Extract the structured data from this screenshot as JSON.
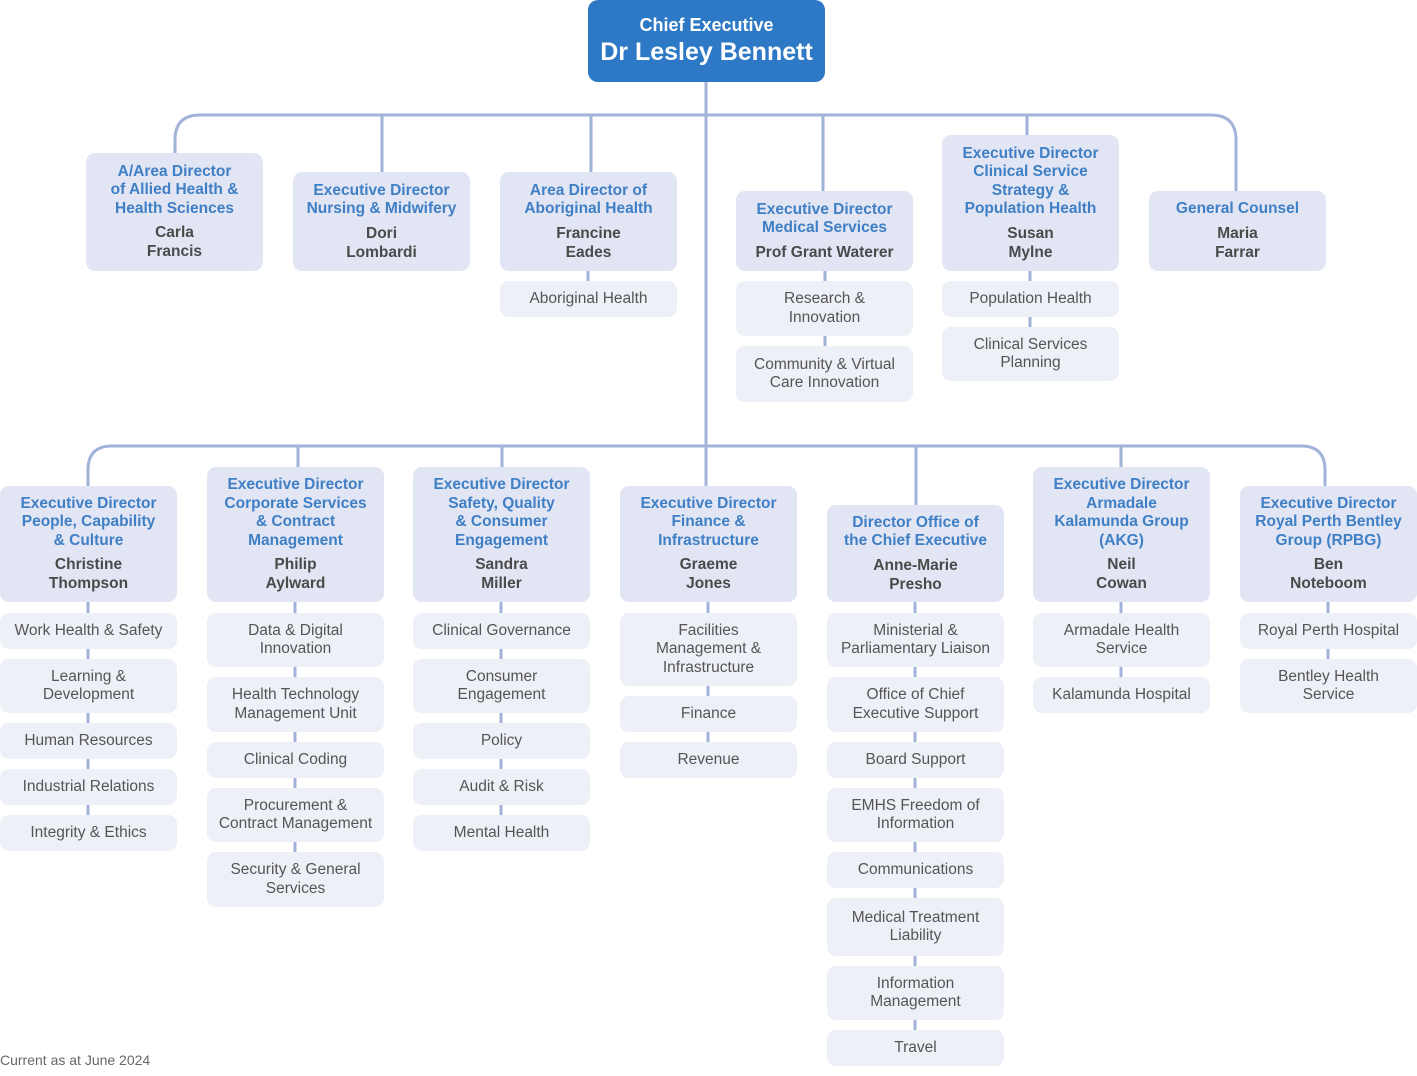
{
  "chief": {
    "title": "Chief Executive",
    "name": "Dr Lesley Bennett"
  },
  "row1": [
    {
      "title": "A/Area Director\nof Allied Health &\nHealth Sciences",
      "name": "Carla\nFrancis",
      "units": []
    },
    {
      "title": "Executive Director\nNursing & Midwifery",
      "name": "Dori\nLombardi",
      "units": []
    },
    {
      "title": "Area Director of\nAboriginal Health",
      "name": "Francine\nEades",
      "units": [
        "Aboriginal Health"
      ]
    },
    {
      "title": "Executive Director\nMedical Services",
      "name": "Prof Grant Waterer",
      "units": [
        "Research &\nInnovation",
        "Community & Virtual\nCare Innovation"
      ]
    },
    {
      "title": "Executive Director\nClinical Service\nStrategy &\nPopulation Health",
      "name": "Susan\nMylne",
      "units": [
        "Population Health",
        "Clinical Services\nPlanning"
      ]
    },
    {
      "title": "General Counsel",
      "name": "Maria\nFarrar",
      "units": []
    }
  ],
  "row2": [
    {
      "title": "Executive Director\nPeople, Capability\n& Culture",
      "name": "Christine\nThompson",
      "units": [
        "Work Health & Safety",
        "Learning &\nDevelopment",
        "Human Resources",
        "Industrial Relations",
        "Integrity & Ethics"
      ]
    },
    {
      "title": "Executive Director\nCorporate Services\n& Contract\nManagement",
      "name": "Philip\nAylward",
      "units": [
        "Data & Digital\nInnovation",
        "Health Technology\nManagement Unit",
        "Clinical Coding",
        "Procurement &\nContract Management",
        "Security & General\nServices"
      ]
    },
    {
      "title": "Executive Director\nSafety, Quality\n& Consumer\nEngagement",
      "name": "Sandra\nMiller",
      "units": [
        "Clinical Governance",
        "Consumer\nEngagement",
        "Policy",
        "Audit & Risk",
        "Mental Health"
      ]
    },
    {
      "title": "Executive Director\nFinance &\nInfrastructure",
      "name": "Graeme\nJones",
      "units": [
        "Facilities\nManagement &\nInfrastructure",
        "Finance",
        "Revenue"
      ]
    },
    {
      "title": "Director Office of\nthe Chief Executive",
      "name": "Anne-Marie\nPresho",
      "units": [
        "Ministerial &\nParliamentary Liaison",
        "Office of Chief\nExecutive Support",
        "Board Support",
        "EMHS Freedom of\nInformation",
        "Communications",
        "Medical Treatment\nLiability",
        "Information\nManagement",
        "Travel"
      ]
    },
    {
      "title": "Executive Director\nArmadale\nKalamunda Group\n(AKG)",
      "name": "Neil\nCowan",
      "units": [
        "Armadale Health\nService",
        "Kalamunda Hospital"
      ]
    },
    {
      "title": "Executive Director\nRoyal Perth Bentley\nGroup (RPBG)",
      "name": "Ben\nNoteboom",
      "units": [
        "Royal Perth Hospital",
        "Bentley Health\nService"
      ]
    }
  ],
  "footer": "Current as at June 2024",
  "colors": {
    "accent": "#2e79c5",
    "lead_box": "#e2e5f3",
    "unit_box": "#eef0f8",
    "connector": "#a2b3d9"
  }
}
